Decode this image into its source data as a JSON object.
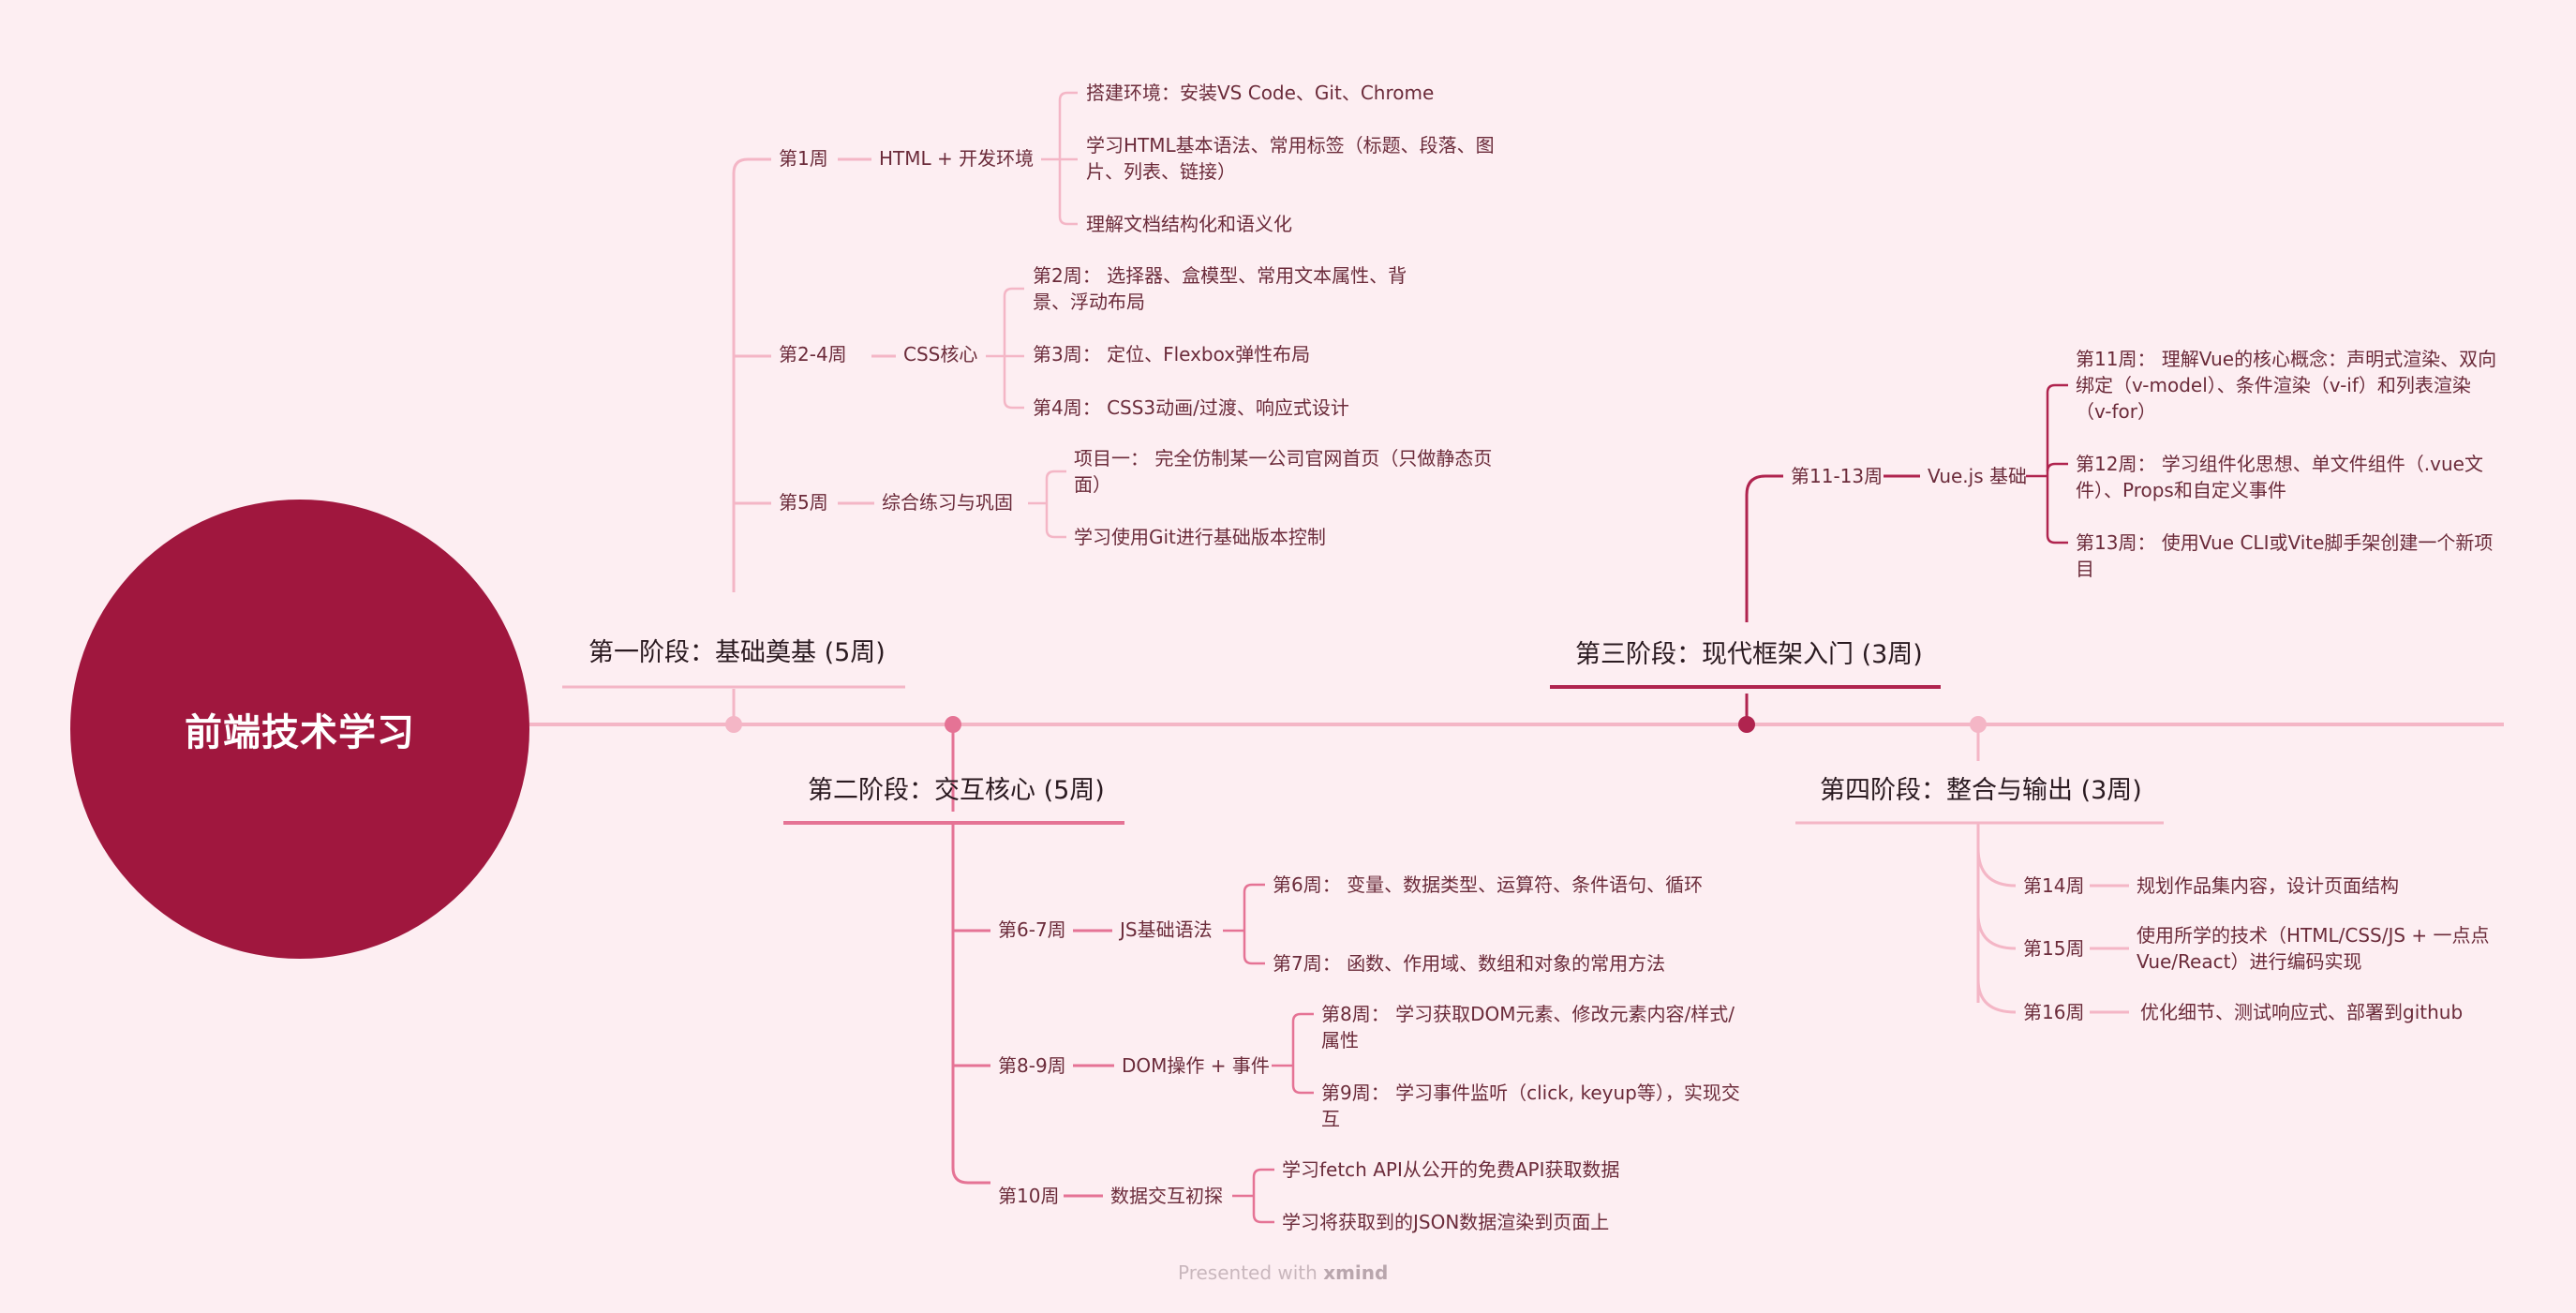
{
  "root": {
    "title": "前端技术学习"
  },
  "colors": {
    "background": "#fdeef2",
    "root": "#a0173e",
    "phase1": "#f4b6c6",
    "phase2": "#e57395",
    "phase3": "#b0244f",
    "phase4": "#f4b6c6"
  },
  "phases": [
    {
      "title": "第一阶段：基础奠基 (5周)",
      "weeks": [
        {
          "label": "第1周",
          "topic": "HTML + 开发环境",
          "items": [
            "搭建环境：安装VS Code、Git、Chrome",
            "学习HTML基本语法、常用标签（标题、段落、图片、列表、链接）",
            "理解文档结构化和语义化"
          ]
        },
        {
          "label": "第2-4周",
          "topic": "CSS核心",
          "items": [
            "第2周： 选择器、盒模型、常用文本属性、背景、浮动布局",
            "第3周： 定位、Flexbox弹性布局",
            "第4周： CSS3动画/过渡、响应式设计"
          ]
        },
        {
          "label": "第5周",
          "topic": "综合练习与巩固",
          "items": [
            "项目一： 完全仿制某一公司官网首页（只做静态页面）",
            "学习使用Git进行基础版本控制"
          ]
        }
      ]
    },
    {
      "title": "第二阶段：交互核心 (5周)",
      "weeks": [
        {
          "label": "第6-7周",
          "topic": "JS基础语法",
          "items": [
            "第6周： 变量、数据类型、运算符、条件语句、循环",
            "第7周： 函数、作用域、数组和对象的常用方法"
          ]
        },
        {
          "label": "第8-9周",
          "topic": "DOM操作 + 事件",
          "items": [
            "第8周： 学习获取DOM元素、修改元素内容/样式/属性",
            "第9周： 学习事件监听（click, keyup等），实现交互"
          ]
        },
        {
          "label": "第10周",
          "topic": "数据交互初探",
          "items": [
            "学习fetch API从公开的免费API获取数据",
            "学习将获取到的JSON数据渲染到页面上"
          ]
        }
      ]
    },
    {
      "title": "第三阶段：现代框架入门 (3周)",
      "weeks": [
        {
          "label": "第11-13周",
          "topic": "Vue.js 基础",
          "items": [
            "第11周： 理解Vue的核心概念：声明式渲染、双向绑定（v-model）、条件渲染（v-if）和列表渲染（v-for）",
            "第12周： 学习组件化思想、单文件组件（.vue文件）、Props和自定义事件",
            "第13周： 使用Vue CLI或Vite脚手架创建一个新项目"
          ]
        }
      ]
    },
    {
      "title": "第四阶段：整合与输出 (3周)",
      "weeks": [
        {
          "label": "第14周",
          "items": [
            "规划作品集内容，设计页面结构"
          ]
        },
        {
          "label": "第15周",
          "items": [
            "使用所学的技术（HTML/CSS/JS + 一点点Vue/React）进行编码实现"
          ]
        },
        {
          "label": "第16周",
          "items": [
            "优化细节、测试响应式、部署到github"
          ]
        }
      ]
    }
  ],
  "footer": {
    "prefix": "Presented with",
    "brand": "xmind"
  }
}
